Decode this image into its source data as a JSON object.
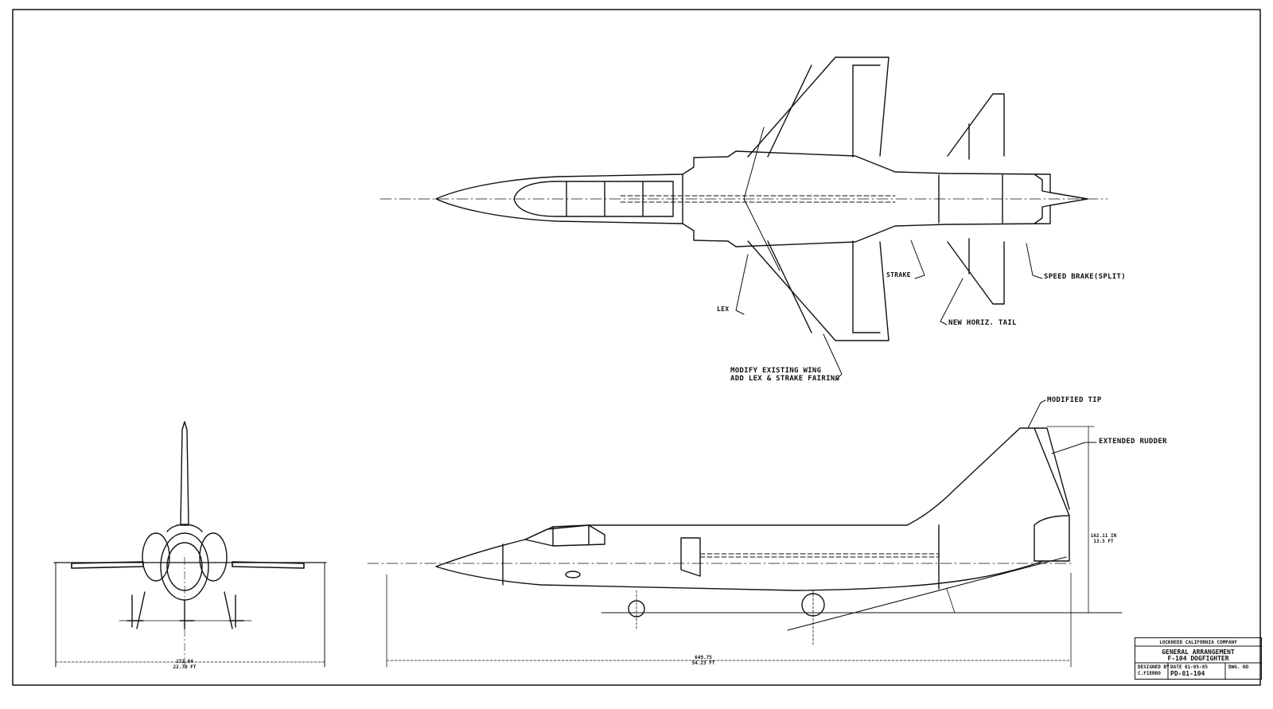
{
  "labels": {
    "speed_brake": "SPEED BRAKE(SPLIT)",
    "strake": "STRAKE",
    "lex": "LEX",
    "new_horiz_tail": "NEW HORIZ. TAIL",
    "modify_wing_1": "MODIFY EXISTING WING",
    "modify_wing_2": "ADD LEX & STRAKE FAIRING",
    "modified_tip": "MODIFIED TIP",
    "extended_rudder": "EXTENDED RUDDER"
  },
  "dimensions": {
    "span_in": "272.84",
    "span_ft": "22.70 FT",
    "length_in": "649.75",
    "length_ft": "54.23 FT",
    "height_in": "162.11 IN",
    "height_ft": "13.5 FT"
  },
  "title_block": {
    "company": "LOCKHEED CALIFORNIA COMPANY",
    "line1": "GENERAL ARRANGEMENT",
    "line2": "F-104 DOGFIGHTER",
    "designed_by_label": "DESIGNED BY",
    "designed_by": "C.FIERRO",
    "date_label": "DATE 01-05-85",
    "dwg_no": "PD-81-104",
    "dwg_label": "DWG. NO"
  }
}
